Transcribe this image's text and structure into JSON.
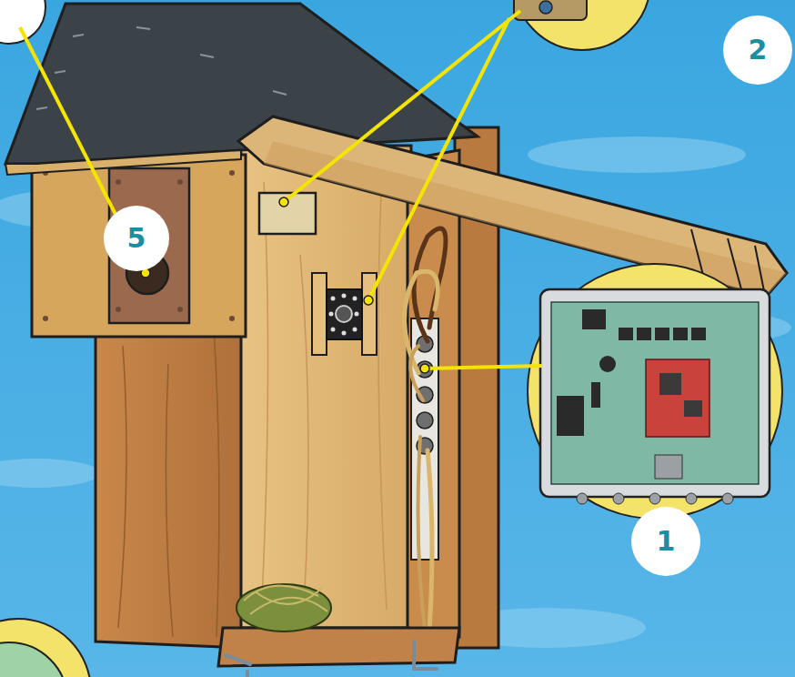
{
  "diagram": {
    "labels": [
      "2",
      "5",
      "1"
    ]
  }
}
